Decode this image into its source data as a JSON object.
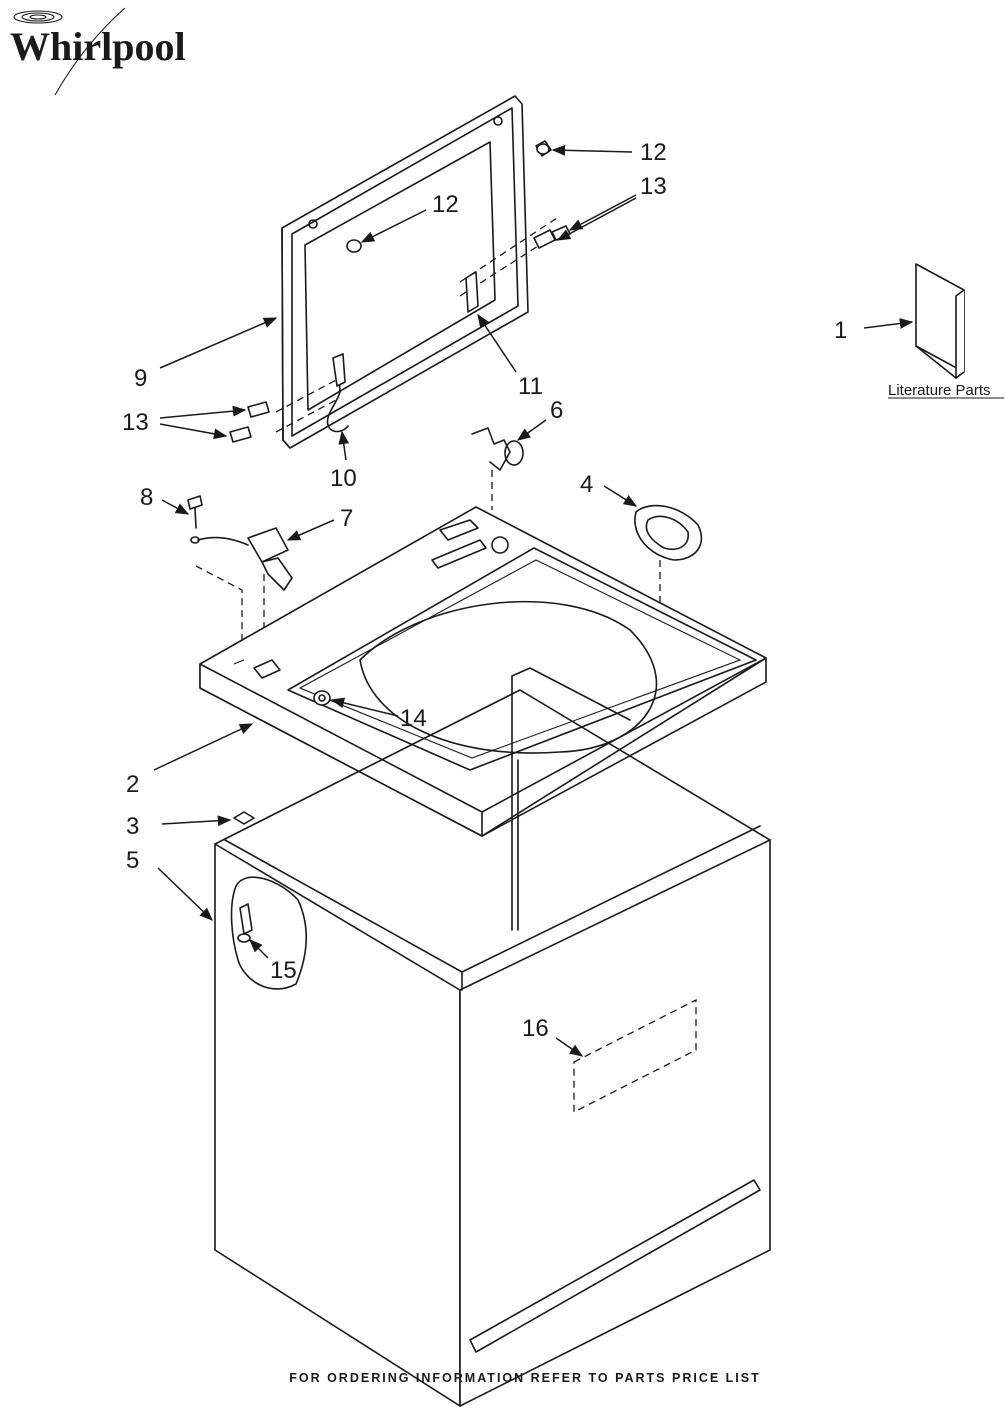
{
  "brand": {
    "name": "Whirlpool"
  },
  "literature": {
    "label": "Literature Parts"
  },
  "callouts": {
    "c1": "1",
    "c2": "2",
    "c3": "3",
    "c4": "4",
    "c5": "5",
    "c6": "6",
    "c7": "7",
    "c8": "8",
    "c9": "9",
    "c10": "10",
    "c11": "11",
    "c12a": "12",
    "c12b": "12",
    "c13a": "13",
    "c13b": "13",
    "c14": "14",
    "c15": "15",
    "c16": "16"
  },
  "footer": {
    "text": "FOR ORDERING INFORMATION REFER TO PARTS PRICE LIST"
  },
  "colors": {
    "ink": "#1a1a1a",
    "paper": "#ffffff"
  }
}
